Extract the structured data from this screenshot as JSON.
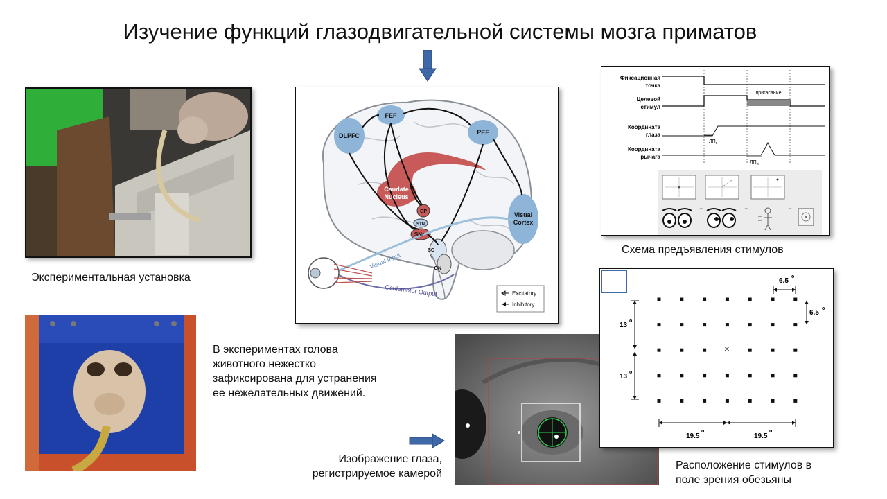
{
  "slide": {
    "title": "Изучение функций глазодвигательной системы мозга приматов",
    "captions": {
      "setup": "Экспериментальная установка",
      "head_fixation": "В экспериментах голова животного нежестко зафиксирована для устранения ее нежелательных движений.",
      "eye_image_line1": "Изображение глаза,",
      "eye_image_line2": "регистрируемое камерой",
      "stimulus_scheme": "Схема предъявления стимулов",
      "stimulus_layout_line1": "Расположение стимулов в",
      "stimulus_layout_line2": "поле зрения обезьяны"
    }
  },
  "brain_diagram": {
    "regions": {
      "fef": "FEF",
      "dlpfc": "DLPFC",
      "pef": "PEF",
      "caudate_line1": "Caudate",
      "caudate_line2": "Nucleus",
      "gp": "GP",
      "stn": "STN",
      "snr": "SNr",
      "sc": "SC",
      "on": "ON",
      "visual_cortex_line1": "Visual",
      "visual_cortex_line2": "Cortex"
    },
    "pathways": {
      "visual_input": "Visual Input",
      "oculomotor_output": "Oculomotor Output"
    },
    "legend": {
      "excitatory": "Excitatory",
      "inhibitory": "Inhibitory"
    }
  },
  "timing_diagram": {
    "rows": {
      "fixation_line1": "Фиксационная",
      "fixation_line2": "точка",
      "target_line1": "Целевой",
      "target_line2": "стимул",
      "eye_line1": "Координата",
      "eye_line2": "глаза",
      "lever_line1": "Координата",
      "lever_line2": "рычага"
    },
    "dimming_label": "пригасание",
    "latency_eye": "ЛП",
    "latency_eye_sub": "г",
    "latency_lever": "ЛП",
    "latency_lever_sub": "р"
  },
  "stimulus_grid": {
    "rows": 5,
    "cols": 7,
    "spacing_h": "6.5",
    "spacing_v": "6.5",
    "v_extent_upper": "13",
    "v_extent_lower": "13",
    "h_extent_left": "19.5",
    "h_extent_right": "19.5",
    "degree": "o",
    "center_marker": "×"
  },
  "colors": {
    "region_blue": "#8eb4d8",
    "caudate_red": "#c85a5a",
    "arrow_blue": "#3f68a8",
    "visual_path": "#9cc0dc",
    "oculomotor_path": "#6a6aa8"
  }
}
